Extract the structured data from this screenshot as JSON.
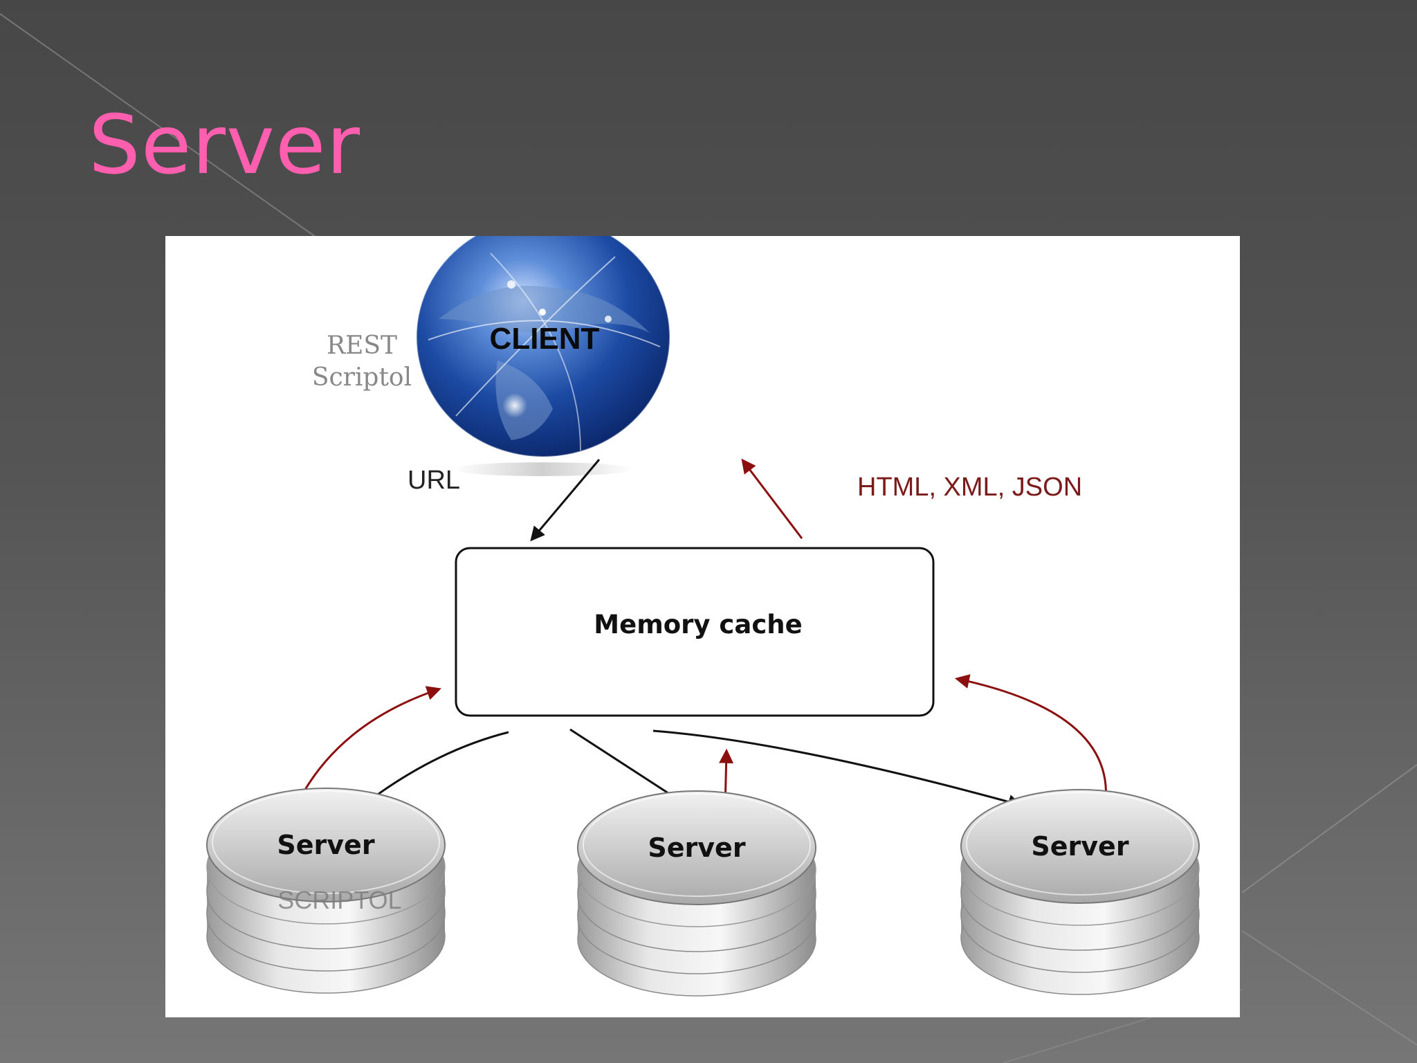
{
  "slide": {
    "title": "Server"
  },
  "diagram": {
    "watermark": [
      "REST",
      "Scriptol"
    ],
    "client_label": "CLIENT",
    "request_label": "URL",
    "response_label": "HTML, XML, JSON",
    "cache_label": "Memory cache",
    "servers": [
      {
        "label": "Server"
      },
      {
        "label": "Server"
      },
      {
        "label": "Server"
      }
    ],
    "server_watermark": "SCRIPTOL"
  },
  "colors": {
    "title": "#ff5fae",
    "request_arrow": "#111111",
    "response_arrow": "#8b0f0f",
    "response_text": "#7a1a1a"
  }
}
